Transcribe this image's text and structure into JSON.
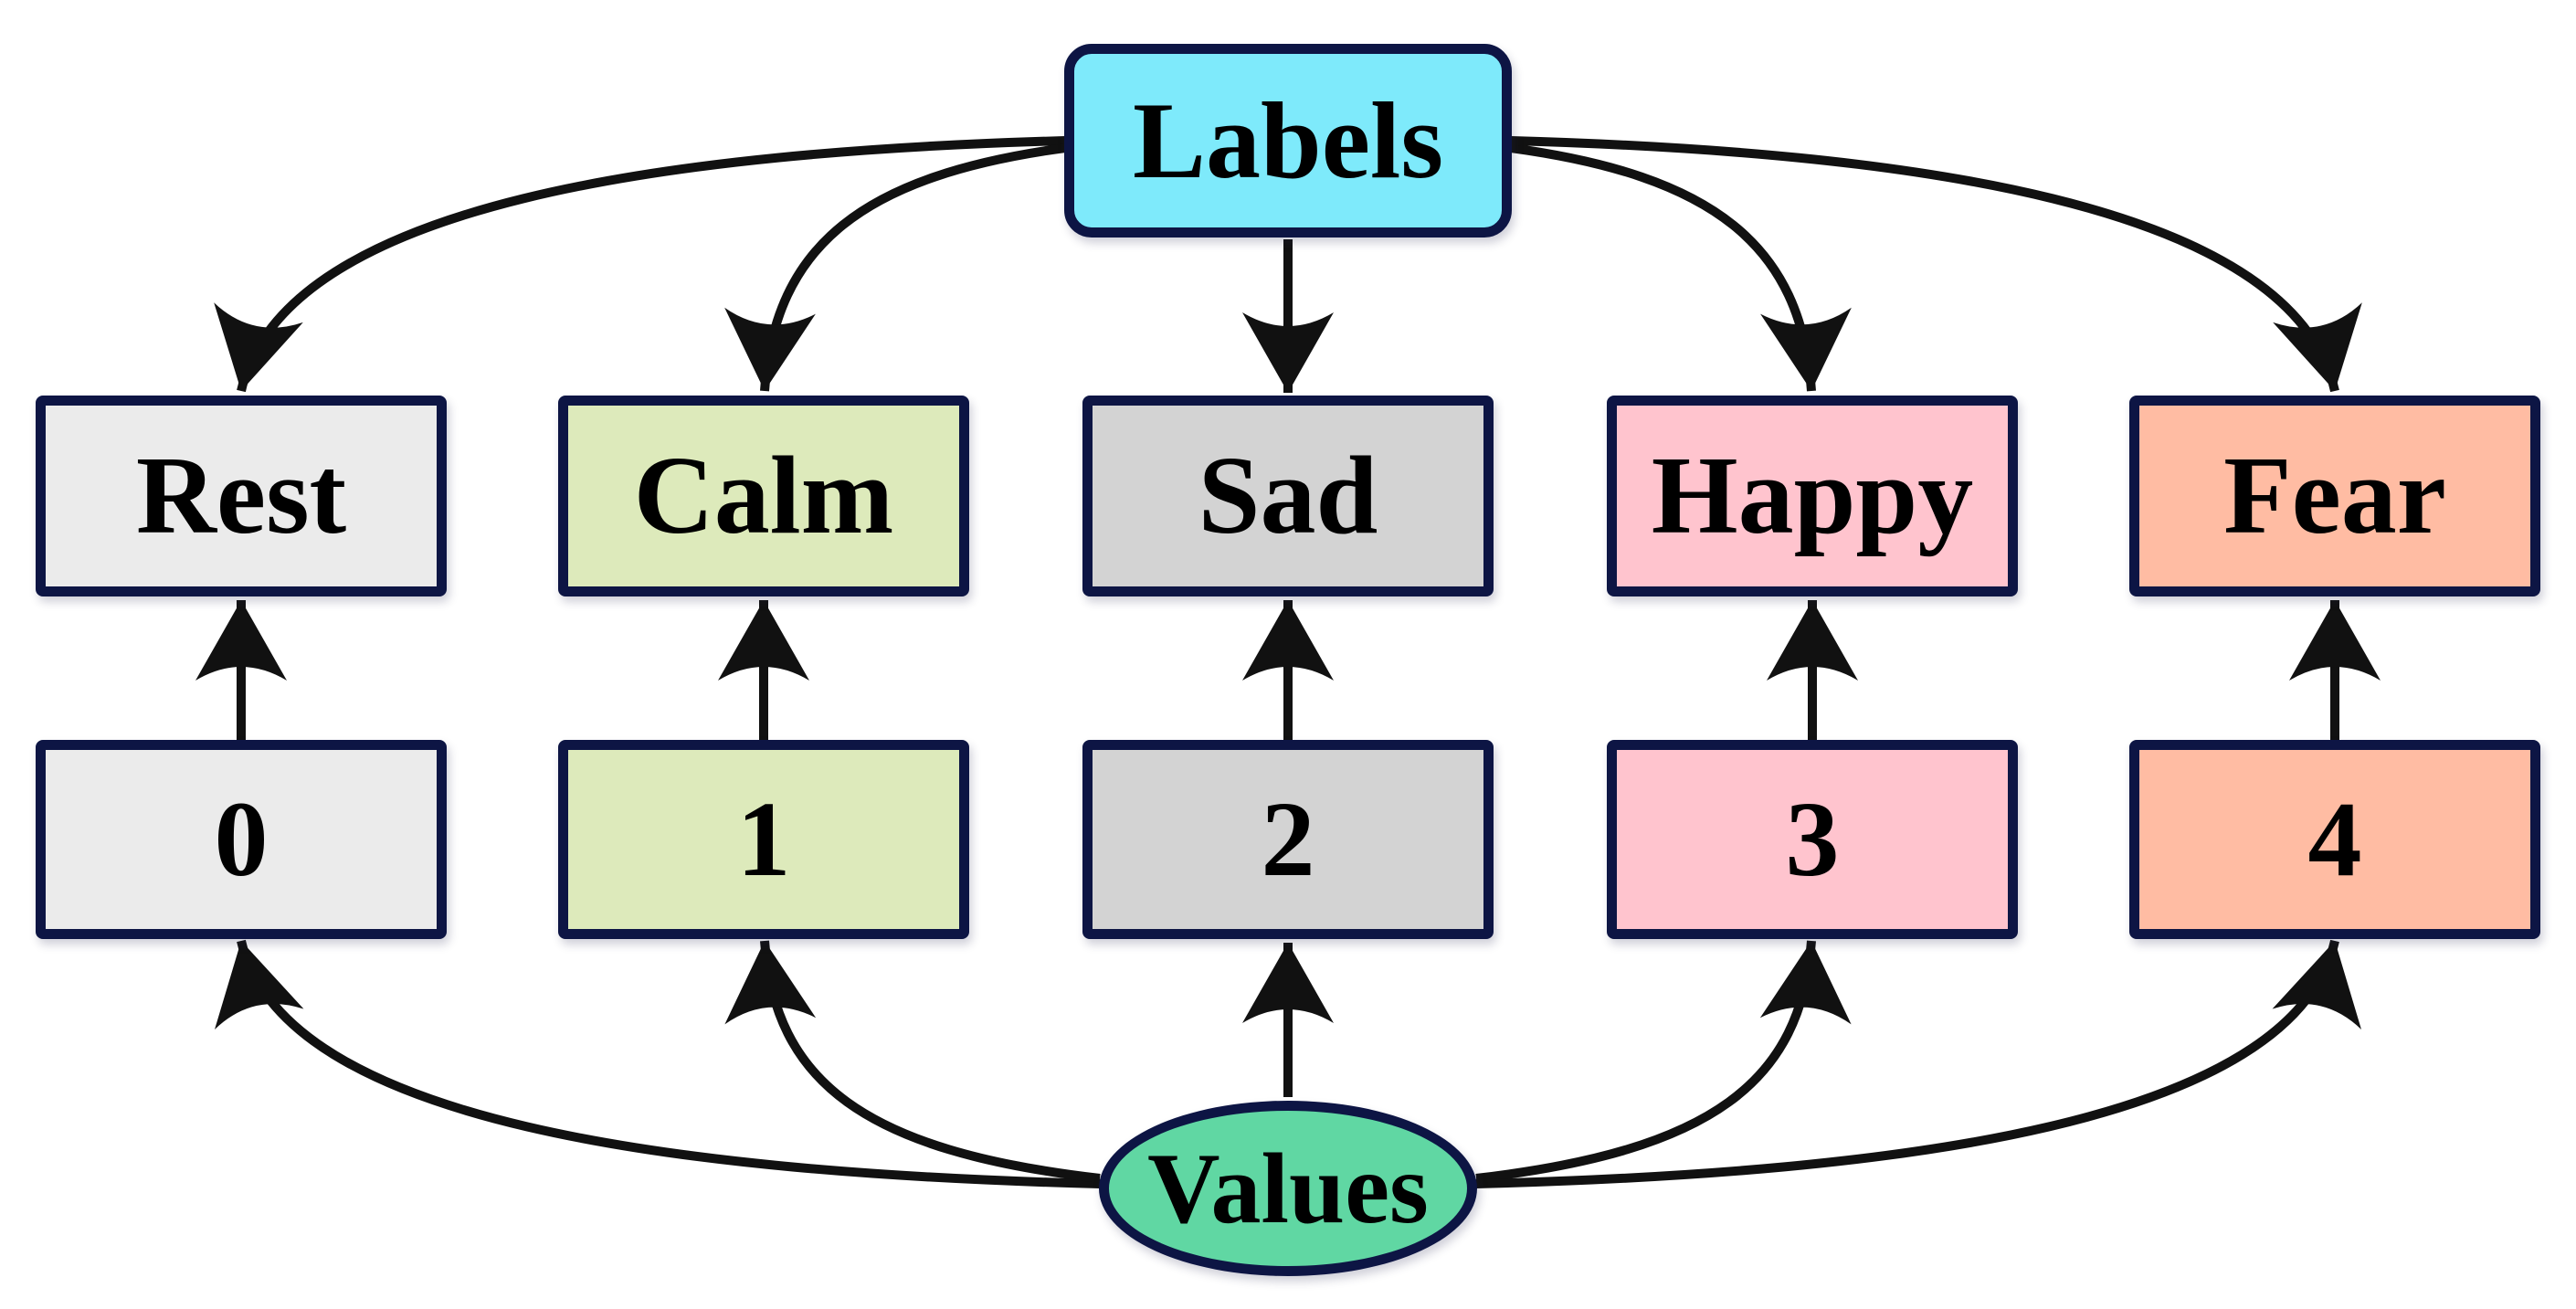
{
  "diagram": {
    "background": "#FFFFFF",
    "border_color": "#0D1544",
    "arrow_color": "#111111",
    "top_node": {
      "label": "Labels",
      "fill": "#7EEAFB",
      "shape": "rounded-rectangle"
    },
    "bottom_node": {
      "label": "Values",
      "fill": "#60D7A3",
      "shape": "ellipse"
    },
    "columns": [
      {
        "label": "Rest",
        "value": "0",
        "fill": "#EBEBEB"
      },
      {
        "label": "Calm",
        "value": "1",
        "fill": "#DDEABB"
      },
      {
        "label": "Sad",
        "value": "2",
        "fill": "#D3D3D3"
      },
      {
        "label": "Happy",
        "value": "3",
        "fill": "#FFC4CE"
      },
      {
        "label": "Fear",
        "value": "4",
        "fill": "#FFBCA3"
      }
    ],
    "edges": [
      {
        "from": "Labels",
        "to": "Rest"
      },
      {
        "from": "Labels",
        "to": "Calm"
      },
      {
        "from": "Labels",
        "to": "Sad"
      },
      {
        "from": "Labels",
        "to": "Happy"
      },
      {
        "from": "Labels",
        "to": "Fear"
      },
      {
        "from": "0",
        "to": "Rest"
      },
      {
        "from": "1",
        "to": "Calm"
      },
      {
        "from": "2",
        "to": "Sad"
      },
      {
        "from": "3",
        "to": "Happy"
      },
      {
        "from": "4",
        "to": "Fear"
      },
      {
        "from": "Values",
        "to": "0"
      },
      {
        "from": "Values",
        "to": "1"
      },
      {
        "from": "Values",
        "to": "2"
      },
      {
        "from": "Values",
        "to": "3"
      },
      {
        "from": "Values",
        "to": "4"
      }
    ]
  }
}
